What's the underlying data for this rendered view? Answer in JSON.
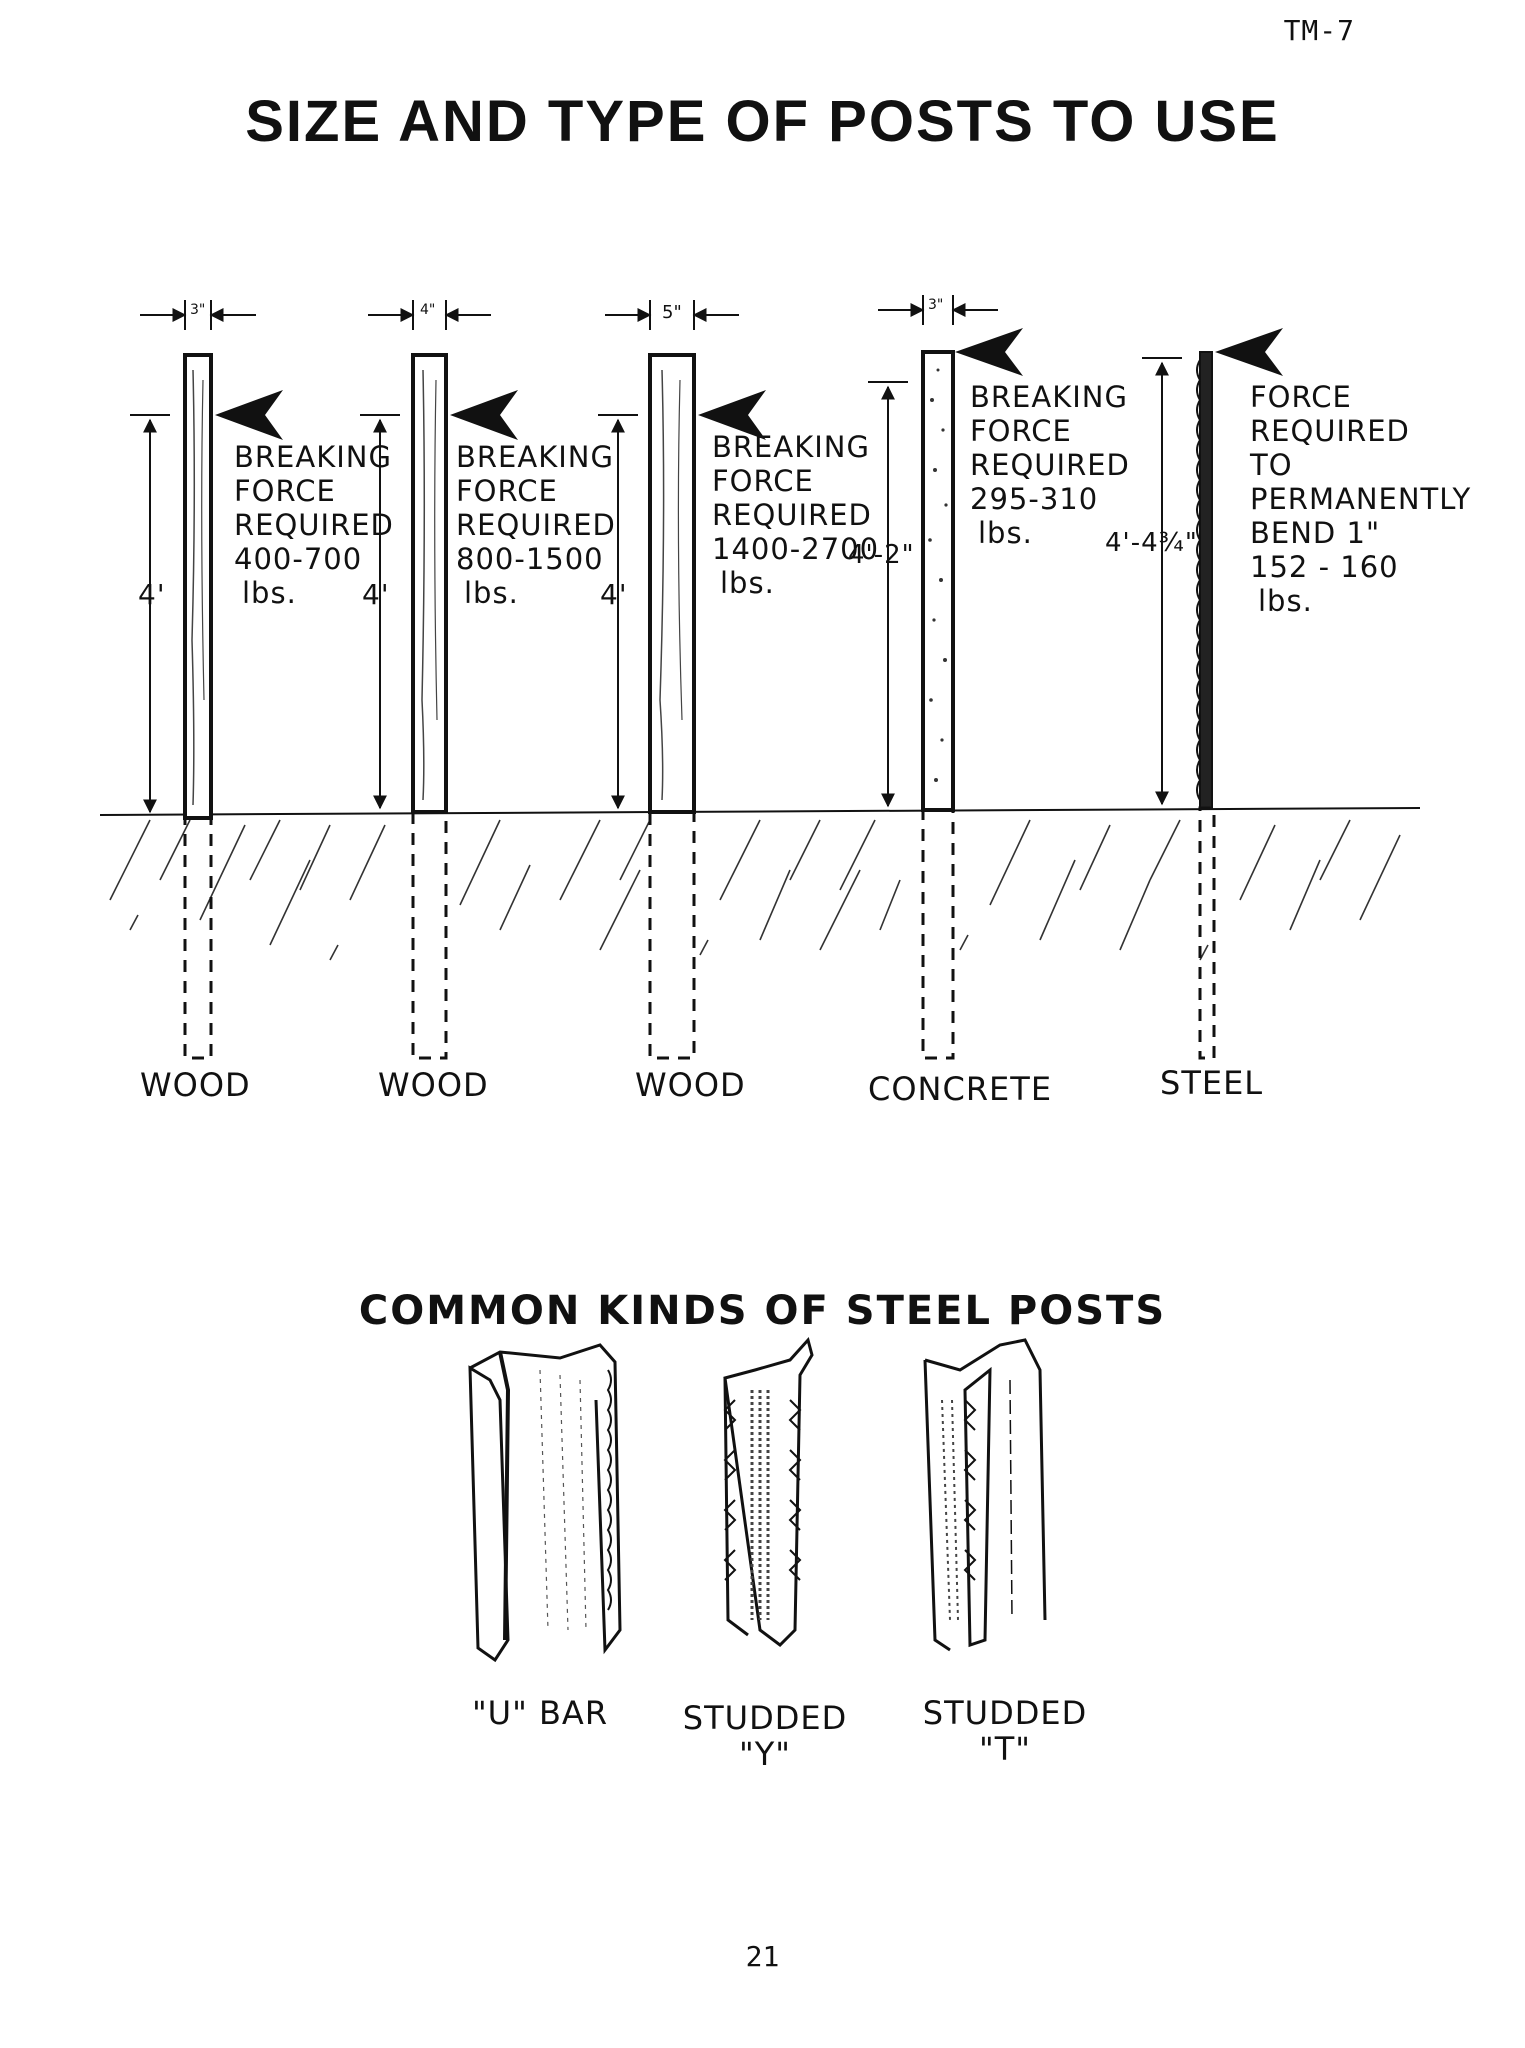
{
  "header": {
    "doc_code": "TM-7",
    "title": "SIZE AND TYPE  OF  POSTS  TO USE"
  },
  "posts": [
    {
      "width": "3\"",
      "height": "4'",
      "force": [
        "BREAKING",
        "FORCE",
        "REQUIRED",
        "400-700",
        "lbs."
      ],
      "material": "WOOD"
    },
    {
      "width": "4\"",
      "height": "4'",
      "force": [
        "BREAKING",
        "FORCE",
        "REQUIRED",
        "800-1500",
        "lbs."
      ],
      "material": "WOOD"
    },
    {
      "width": "5\"",
      "height": "4'",
      "force": [
        "BREAKING",
        "FORCE",
        "REQUIRED",
        "1400-2700",
        "lbs."
      ],
      "material": "WOOD"
    },
    {
      "width": "3\"",
      "height": "4'-2\"",
      "force": [
        "BREAKING",
        "FORCE",
        "REQUIRED",
        "295-310",
        "lbs."
      ],
      "material": "CONCRETE"
    },
    {
      "width": "",
      "height": "4'-4¾\"",
      "force": [
        "FORCE",
        "REQUIRED",
        "TO",
        "PERMANENTLY",
        "BEND 1\"",
        "152 - 160",
        "lbs."
      ],
      "material": "STEEL"
    }
  ],
  "steel_section": {
    "title": "COMMON KINDS OF STEEL POSTS",
    "kinds": [
      {
        "line1": "\"U\" BAR",
        "line2": ""
      },
      {
        "line1": "STUDDED",
        "line2": "\"Y\""
      },
      {
        "line1": "STUDDED",
        "line2": "\"T\""
      }
    ]
  },
  "footer": {
    "page_number": "21"
  }
}
